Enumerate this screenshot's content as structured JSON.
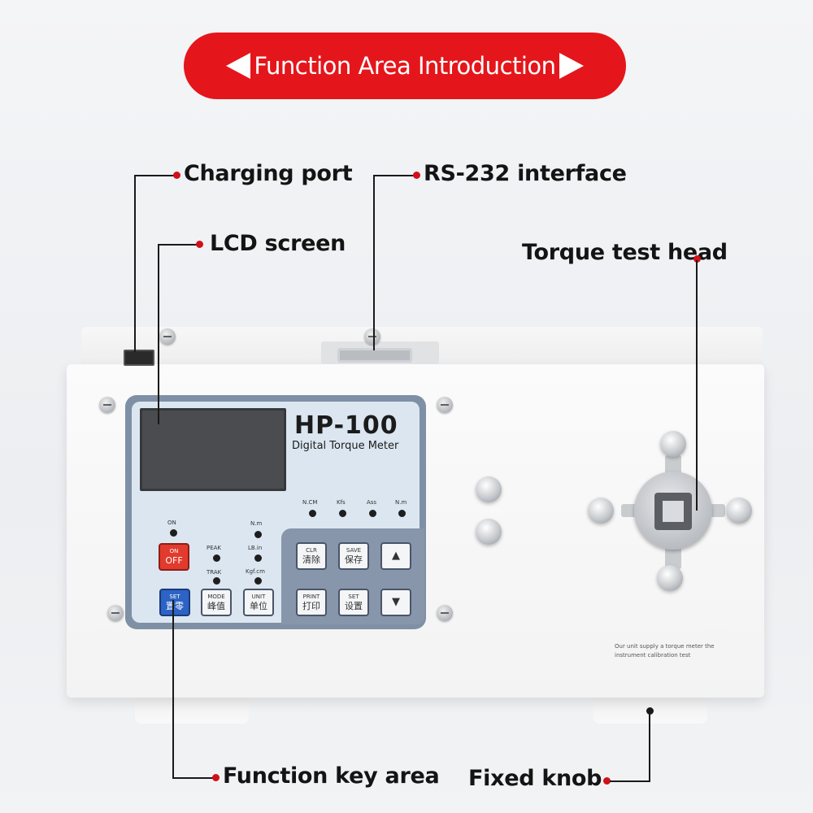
{
  "banner": {
    "title": "Function Area Introduction"
  },
  "callouts": {
    "charging_port": "Charging port",
    "rs232": "RS-232 interface",
    "lcd": "LCD screen",
    "torque_head": "Torque test head",
    "function_keys": "Function key area",
    "fixed_knob": "Fixed knob"
  },
  "device": {
    "model": "HP-100",
    "subtitle": "Digital Torque Meter",
    "indicators": [
      "N.CM",
      "Kfs",
      "Ass",
      "N.m"
    ],
    "left_labels": [
      "ON",
      "PEAK",
      "TRAK",
      "N.m",
      "LB.in",
      "Kgf.cm"
    ],
    "keys": {
      "onoff": [
        "ON",
        "OFF"
      ],
      "zero": [
        "SET",
        "置零"
      ],
      "mode": [
        "MODE",
        "峰值"
      ],
      "unit": [
        "UNIT",
        "单位"
      ],
      "clr": [
        "CLR",
        "清除"
      ],
      "save": [
        "SAVE",
        "保存"
      ],
      "print": [
        "PRINT",
        "打印"
      ],
      "set": [
        "SET",
        "设置"
      ],
      "up": "▲",
      "down": "▼"
    },
    "fine_print": "Our unit supply a torque meter the instrument calibration test"
  },
  "colors": {
    "banner": "#e4161b",
    "accent_dot": "#d0111a",
    "panel": "#7f8fa6"
  }
}
